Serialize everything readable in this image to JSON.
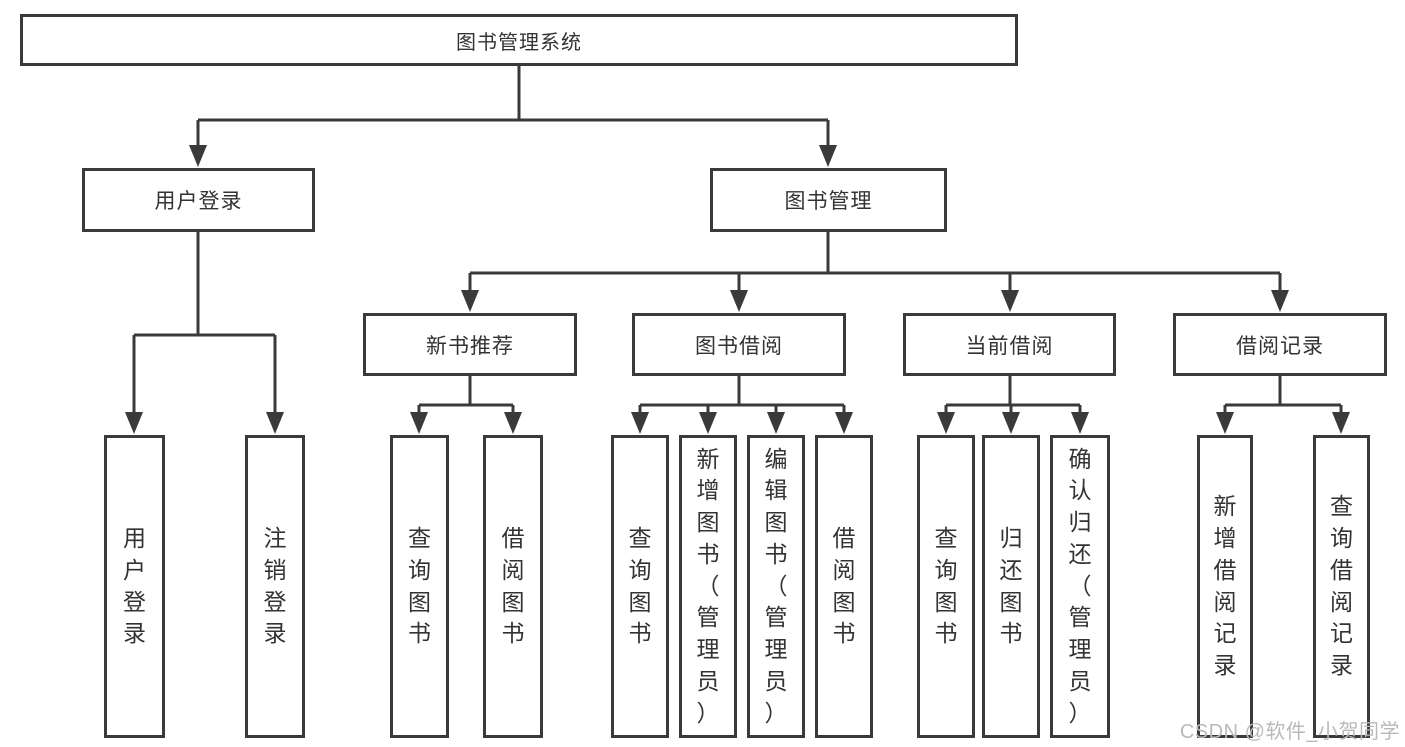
{
  "tree": {
    "label": "图书管理系统",
    "children": [
      {
        "label": "用户登录",
        "children": [
          {
            "label": "用户登录"
          },
          {
            "label": "注销登录"
          }
        ]
      },
      {
        "label": "图书管理",
        "children": [
          {
            "label": "新书推荐",
            "children": [
              {
                "label": "查询图书"
              },
              {
                "label": "借阅图书"
              }
            ]
          },
          {
            "label": "图书借阅",
            "children": [
              {
                "label": "查询图书"
              },
              {
                "label": "新增图书（管理员）"
              },
              {
                "label": "编辑图书（管理员）"
              },
              {
                "label": "借阅图书"
              }
            ]
          },
          {
            "label": "当前借阅",
            "children": [
              {
                "label": "查询图书"
              },
              {
                "label": "归还图书"
              },
              {
                "label": "确认归还（管理员）"
              }
            ]
          },
          {
            "label": "借阅记录",
            "children": [
              {
                "label": "新增借阅记录"
              },
              {
                "label": "查询借阅记录"
              }
            ]
          }
        ]
      }
    ]
  },
  "watermark": {
    "text": "CSDN @软件_小贺同学"
  },
  "colors": {
    "line": "#3a3a3a",
    "text": "#333333",
    "background": "#ffffff",
    "watermark": "#b9b9b9"
  }
}
